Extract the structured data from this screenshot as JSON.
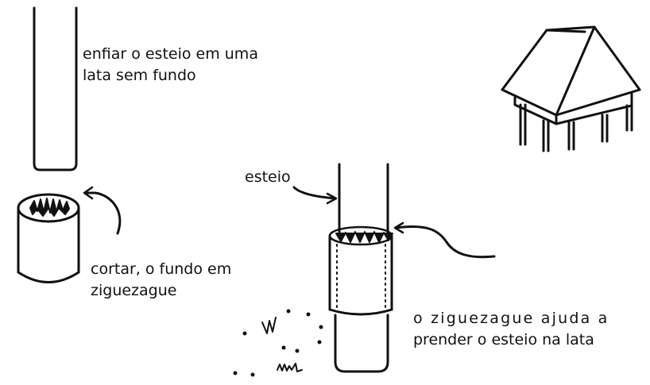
{
  "labels": {
    "insert_line1": "enfiar o esteio em uma",
    "insert_line2": "lata sem fundo",
    "cut_line1": "cortar, o fundo em",
    "cut_line2": "ziguezague",
    "post": "esteio",
    "grip_line1": "o ziguezague ajuda a",
    "grip_line2": "prender o esteio na lata"
  },
  "colors": {
    "ink": "#111111",
    "background": "#ffffff"
  }
}
